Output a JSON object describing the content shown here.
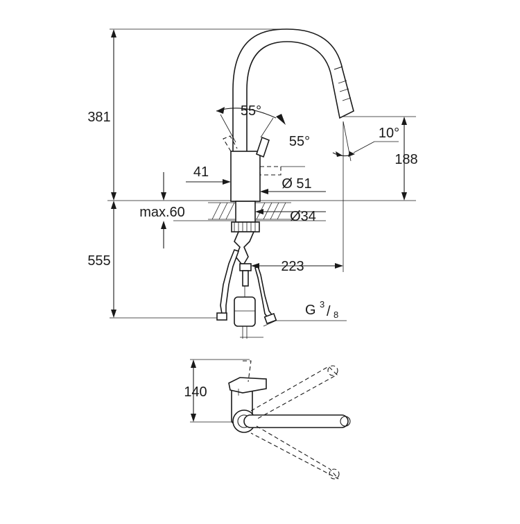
{
  "dimensions": {
    "height_total": "381",
    "spray_angle": "55°",
    "lever_angle": "55°",
    "spout_tilt": "10°",
    "spout_outlet_height": "188",
    "lever_width": "41",
    "body_diameter": "Ø 51",
    "deck_thickness": "max.60",
    "hole_diameter": "Ø34",
    "below_deck": "555",
    "reach": "223",
    "thread_prefix": "G",
    "thread_num": "3",
    "thread_den": "8",
    "swivel_depth": "140"
  }
}
